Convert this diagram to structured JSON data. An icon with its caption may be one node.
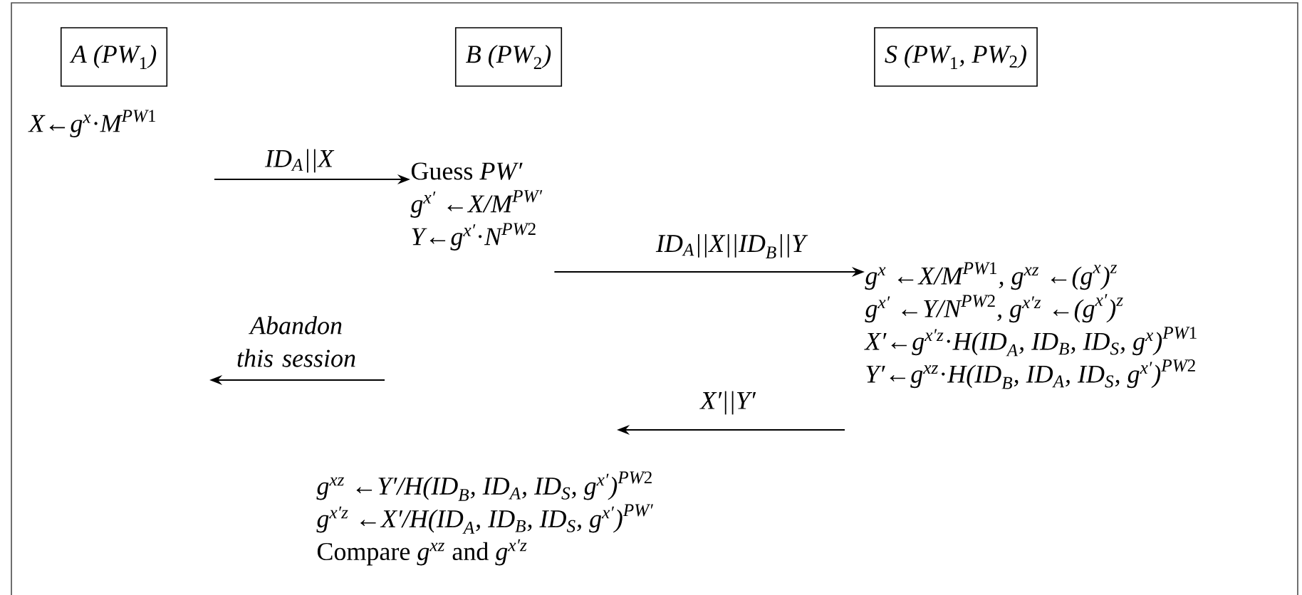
{
  "diagram": {
    "nodes": [
      {
        "text": [
          "\\textit{A (PW}_{\\text{1}}\\textit{)}"
        ]
      },
      {
        "text": [
          "\\textit{B (PW}_{\\text{2}}\\textit{)}"
        ]
      },
      {
        "text": [
          "\\textit{S (PW}_{\\text{1}}\\textit{, PW}_{\\text{2}}\\textit{)}"
        ]
      },
      {
        "text": [
          "\\textit{X} \\text{←} \\textit{g}^{\\textit{x}}\\text{·}\\textit{M}^{\\textit{PW}\\text{1}}"
        ]
      },
      {
        "text": [
          "\\text{Guess }\\textit{PW′}",
          "\\textit{g}^{\\textit{x′}}\\text{ ←}\\textit{X/M}^{\\textit{PW′}}",
          "\\textit{Y} \\text{←} \\textit{g}^{\\textit{x′}}\\text{·}\\textit{N}^{\\textit{PW}\\text{2}}"
        ]
      },
      {
        "text": [
          "\\textit{g}^{\\textit{x}}\\text{ ←}\\textit{X/M}^{\\textit{PW}\\text{1}}\\textit{, g}^{\\textit{xz}}\\text{ ←}\\textit{(g}^{\\textit{x}}\\textit{)}^{\\textit{z}}",
          "\\textit{g}^{\\textit{x′}}\\text{ ←}\\textit{Y/N}^{\\textit{PW}\\text{2}}\\textit{, g}^{\\textit{x′z}}\\text{ ←}\\textit{(g}^{\\textit{x′}}\\textit{)}^{\\textit{z}}",
          "\\textit{X′} \\text{←} \\textit{g}^{\\textit{x′z}}\\text{·}\\textit{H(ID}_{\\textit{A}}\\textit{, ID}_{\\textit{B}}\\textit{, ID}_{\\textit{S}}\\textit{, g}^{\\textit{x}}\\textit{)}^{\\textit{PW}\\text{1}}",
          "\\textit{Y′} \\text{←} \\textit{g}^{\\textit{xz}}\\text{·}\\textit{H(ID}_{\\textit{B}}\\textit{, ID}_{\\textit{A}}\\textit{, ID}_{\\textit{S}}\\textit{, g}^{\\textit{x′}}\\textit{)}^{\\textit{PW}\\text{2}}"
        ]
      },
      {
        "text": [
          "\\textit{g}^{\\textit{xz}}\\text{ ←}\\textit{Y′/H(ID}_{\\textit{B}}\\textit{, ID}_{\\textit{A}}\\textit{, ID}_{\\textit{S}}\\textit{, g}^{\\textit{x′}}\\textit{)}^{\\textit{PW}\\text{2}}",
          "\\textit{g}^{\\textit{x′z}}\\text{ ←}\\textit{X′/H(ID}_{\\textit{A}}\\textit{, ID}_{\\textit{B}}\\textit{, ID}_{\\textit{S}}\\textit{, g}^{\\textit{x′}}\\textit{)}^{\\textit{PW′}}",
          "\\text{Compare }\\textit{g}^{\\textit{xz}}\\text{ and }\\textit{g}^{\\textit{x′z}}"
        ]
      }
    ],
    "edges": [
      {
        "from": 3,
        "to": 4,
        "arrow": "to",
        "label": "\\textit{ID}_{\\textit{A}}\\textit{||X}"
      },
      {
        "from": 4,
        "to": 5,
        "arrow": "to",
        "label": "\\textit{ID}_{\\textit{A}}\\textit{||X||ID}_{\\textit{B}}\\textit{||Y}"
      },
      {
        "from": 5,
        "to": 6,
        "arrow": "to",
        "label": "\\textit{X′||Y′}"
      }
    ],
    "labels": [
      "Abandon this session"
    ]
  }
}
